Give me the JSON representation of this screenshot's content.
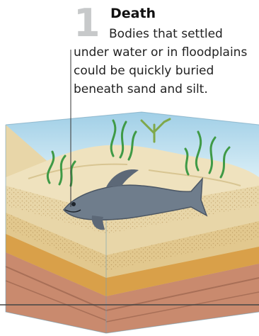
{
  "caption": {
    "number": "1",
    "title": "Death",
    "lines": [
      "Bodies that settled",
      "under water or in floodplains",
      "could be quickly buried",
      "beneath sand and silt."
    ]
  },
  "colors": {
    "water": "#a9d4ea",
    "sand_surface": "#efe2be",
    "sand_layer": "#e4cf98",
    "ochre_layer": "#d9a049",
    "rock_layer": "#c98a6e",
    "plant_green": "#3f9a46",
    "fish_body": "#6f7d8c"
  },
  "icons": [
    "fish-fossil-illustration",
    "seaweed-icon"
  ]
}
